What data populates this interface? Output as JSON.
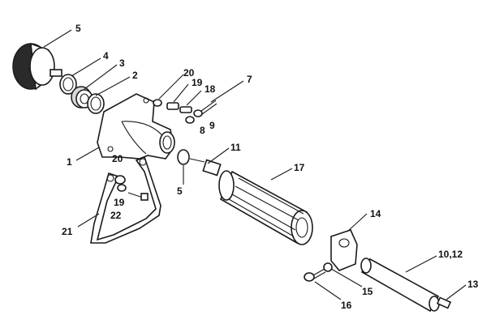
{
  "callouts": {
    "c1": "1",
    "c2": "2",
    "c3": "3",
    "c4": "4",
    "c5a": "5",
    "c5b": "5",
    "c7": "7",
    "c8": "8",
    "c9": "9",
    "c1012": "10,12",
    "c11": "11",
    "c13": "13",
    "c14": "14",
    "c15": "15",
    "c16": "16",
    "c17": "17",
    "c18": "18",
    "c19a": "19",
    "c19b": "19",
    "c20a": "20",
    "c20b": "20",
    "c21": "21",
    "c22": "22"
  }
}
